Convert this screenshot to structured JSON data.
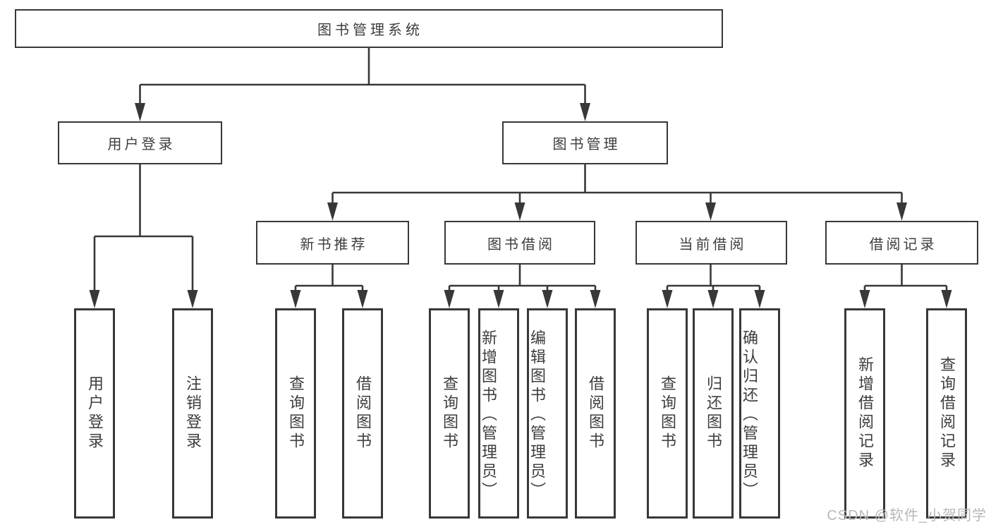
{
  "diagram": {
    "title": "图书管理系统",
    "nodes": {
      "root": "图书管理系统",
      "user_login": "用户登录",
      "book_mgmt": "图书管理",
      "new_book_rec": "新书推荐",
      "book_borrow": "图书借阅",
      "current_borrow": "当前借阅",
      "borrow_record": "借阅记录",
      "leaf_user_login": "用户登录",
      "leaf_logout": "注销登录",
      "nb_query_book": "查询图书",
      "nb_borrow_book": "借阅图书",
      "bb_query_book": "查询图书",
      "bb_add_book": "新增图书（管理员）",
      "bb_edit_book": "编辑图书（管理员）",
      "bb_borrow_book": "借阅图书",
      "cb_query_book": "查询图书",
      "cb_return_book": "归还图书",
      "cb_confirm_return": "确认归还（管理员）",
      "br_add_record": "新增借阅记录",
      "br_query_record": "查询借阅记录"
    },
    "colors": {
      "line": "#383838",
      "text": "#3d3d3d",
      "watermark_text": "#b8b8b8",
      "background": "#ffffff"
    }
  },
  "watermark": "CSDN @软件_小贺同学"
}
